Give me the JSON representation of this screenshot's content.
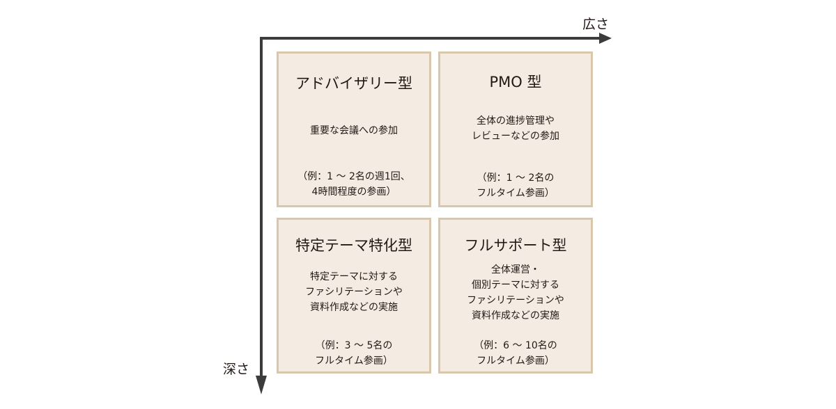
{
  "axes": {
    "x_label": "広さ",
    "y_label": "深さ",
    "color": "#3c3c3c"
  },
  "colors": {
    "box_fill": "#f4ebe3",
    "box_border": "#d8c7ab"
  },
  "quadrants": [
    {
      "title": "アドバイザリー型",
      "description": [
        "重要な会議への参加"
      ],
      "example": [
        "（例：1 〜 2名の週1回、",
        "4時間程度の参画）"
      ]
    },
    {
      "title": "PMO 型",
      "description": [
        "全体の進捗管理や",
        "レビューなどの参加"
      ],
      "example": [
        "（例：1 〜 2名の",
        "フルタイム参画）"
      ]
    },
    {
      "title": "特定テーマ特化型",
      "description": [
        "特定テーマに対する",
        "ファシリテーションや",
        "資料作成などの実施"
      ],
      "example": [
        "（例：3 〜 5名の",
        "フルタイム参画）"
      ]
    },
    {
      "title": "フルサポート型",
      "description": [
        "全体運営・",
        "個別テーマに対する",
        "ファシリテーションや",
        "資料作成などの実施"
      ],
      "example": [
        "（例：6 〜 10名の",
        "フルタイム参画）"
      ]
    }
  ]
}
